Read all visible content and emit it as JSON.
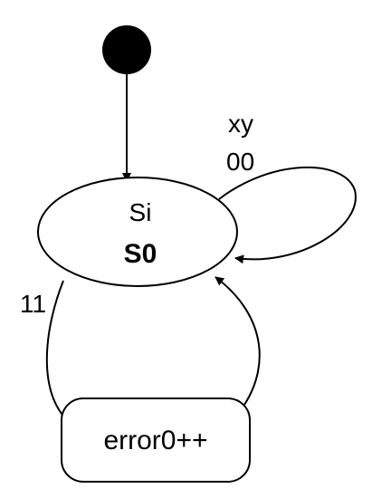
{
  "diagram": {
    "state": {
      "name": "Si",
      "value": "S0"
    },
    "transitions": {
      "self_loop": {
        "header": "xy",
        "label": "00"
      },
      "to_error": {
        "label": "11"
      }
    },
    "action": {
      "label": "error0++"
    },
    "colors": {
      "stroke": "#000000",
      "fill": "#ffffff",
      "initial_dot": "#000000"
    }
  }
}
